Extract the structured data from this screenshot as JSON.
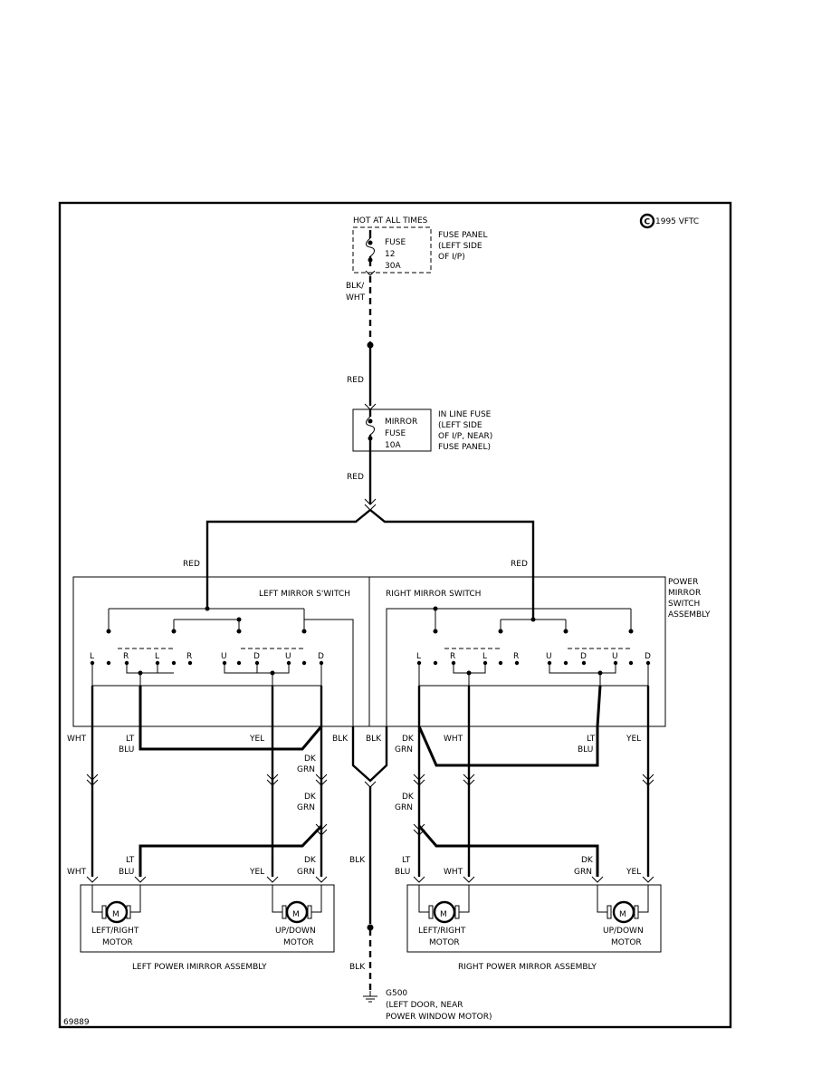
{
  "copyright": "1995 VFTC",
  "figure_id": "69889",
  "fuse_panel": {
    "hot_label": "HOT AT ALL TIMES",
    "fuse": [
      "FUSE",
      "12",
      "30A"
    ],
    "location": [
      "FUSE PANEL",
      "(LEFT SIDE",
      "OF I/P)"
    ]
  },
  "inline_fuse": {
    "fuse": [
      "MIRROR",
      "FUSE",
      "10A"
    ],
    "location": [
      "IN LINE FUSE",
      "(LEFT SIDE",
      "OF I/P, NEAR)",
      "FUSE PANEL)"
    ]
  },
  "switch_assembly": {
    "label": [
      "POWER",
      "MIRROR",
      "SWITCH",
      "ASSEMBLY"
    ],
    "left_switch": "LEFT MIRROR S'WITCH",
    "right_switch": "RIGHT MIRROR SWITCH",
    "terminals": {
      "l": "L",
      "r": "R",
      "u": "U",
      "d": "D"
    }
  },
  "wires": {
    "blk_wht": [
      "BLK/",
      "WHT"
    ],
    "red": "RED",
    "wht": "WHT",
    "lt_blu": [
      "LT",
      "BLU"
    ],
    "yel": "YEL",
    "dk_grn": [
      "DK",
      "GRN"
    ],
    "blk": "BLK"
  },
  "mirrors": {
    "left_assembly": "LEFT POWER IMIRROR ASSEMBLY",
    "right_assembly": "RIGHT POWER MIRROR ASSEMBLY",
    "motor_symbol": "M",
    "lr_motor": [
      "LEFT/RIGHT",
      "MOTOR"
    ],
    "ud_motor": [
      "UP/DOWN",
      "MOTOR"
    ]
  },
  "ground": {
    "id": "G500",
    "location": [
      "(LEFT DOOR, NEAR",
      "POWER WINDOW MOTOR)"
    ]
  }
}
